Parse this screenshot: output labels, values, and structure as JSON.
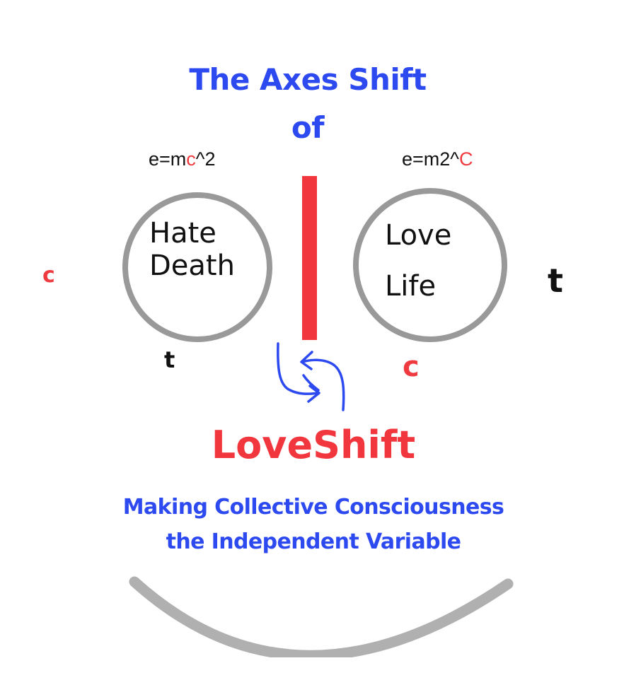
{
  "title": {
    "line1": "The Axes Shift",
    "line2": "of"
  },
  "left": {
    "equation_prefix": "e=m",
    "equation_highlight": "c",
    "equation_suffix": "^2",
    "circle_line1": "Hate",
    "circle_line2": "Death",
    "vertical_axis_label": "c",
    "horizontal_axis_label": "t"
  },
  "right": {
    "equation_prefix": "e=m2^",
    "equation_highlight": "C",
    "circle_line1": "Love",
    "circle_line2": "Life",
    "vertical_axis_label": "t",
    "horizontal_axis_label": "c"
  },
  "divider": {
    "color": "#f2363d"
  },
  "shift_arrows": {
    "icon": "swap-arrows-icon",
    "color": "#2d4af0"
  },
  "brand": "LoveShift",
  "tagline": {
    "line1": "Making Collective Consciousness",
    "line2": "the Independent Variable"
  },
  "colors": {
    "blue": "#2d4af0",
    "red": "#f2363d",
    "gray": "#999999",
    "smile_gray": "#b0b0b0"
  }
}
